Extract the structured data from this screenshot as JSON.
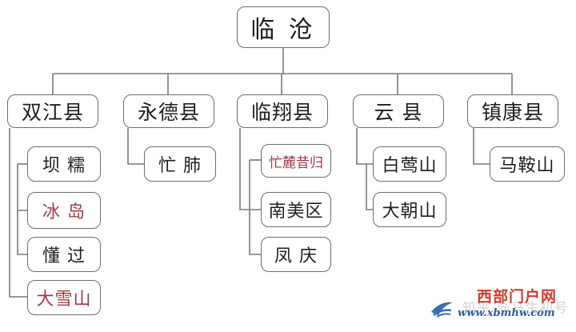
{
  "diagram": {
    "root": "临 沧",
    "counties": [
      {
        "key": "shuangjiang",
        "label": "双江县",
        "leaves": [
          {
            "label": "坝 糯",
            "color": "#1f1f1f"
          },
          {
            "label": "冰 岛",
            "color": "#a33a4a"
          },
          {
            "label": "懂 过",
            "color": "#1f1f1f"
          },
          {
            "label": "大雪山",
            "color": "#a33a4a"
          }
        ]
      },
      {
        "key": "yongde",
        "label": "永德县",
        "leaves": [
          {
            "label": "忙 肺",
            "color": "#1f1f1f"
          }
        ]
      },
      {
        "key": "linxiang",
        "label": "临翔县",
        "leaves": [
          {
            "label": "忙麓昔归",
            "color": "#a33a4a"
          },
          {
            "label": "南美区",
            "color": "#1f1f1f"
          },
          {
            "label": "凤 庆",
            "color": "#1f1f1f"
          }
        ]
      },
      {
        "key": "yun",
        "label": "云 县",
        "leaves": [
          {
            "label": "白莺山",
            "color": "#1f1f1f"
          },
          {
            "label": "大朝山",
            "color": "#1f1f1f"
          }
        ]
      },
      {
        "key": "zhenkang",
        "label": "镇康县",
        "leaves": [
          {
            "label": "马鞍山",
            "color": "#1f1f1f"
          }
        ]
      }
    ]
  },
  "watermark": {
    "site_name": "西部门户网",
    "url": "www.xbmhw.com",
    "faint_text": "知乎 @马生初号",
    "logo_icon": "site-logo-icon",
    "title_color": "#d33a2c",
    "url_color": "#2e5f9e"
  }
}
